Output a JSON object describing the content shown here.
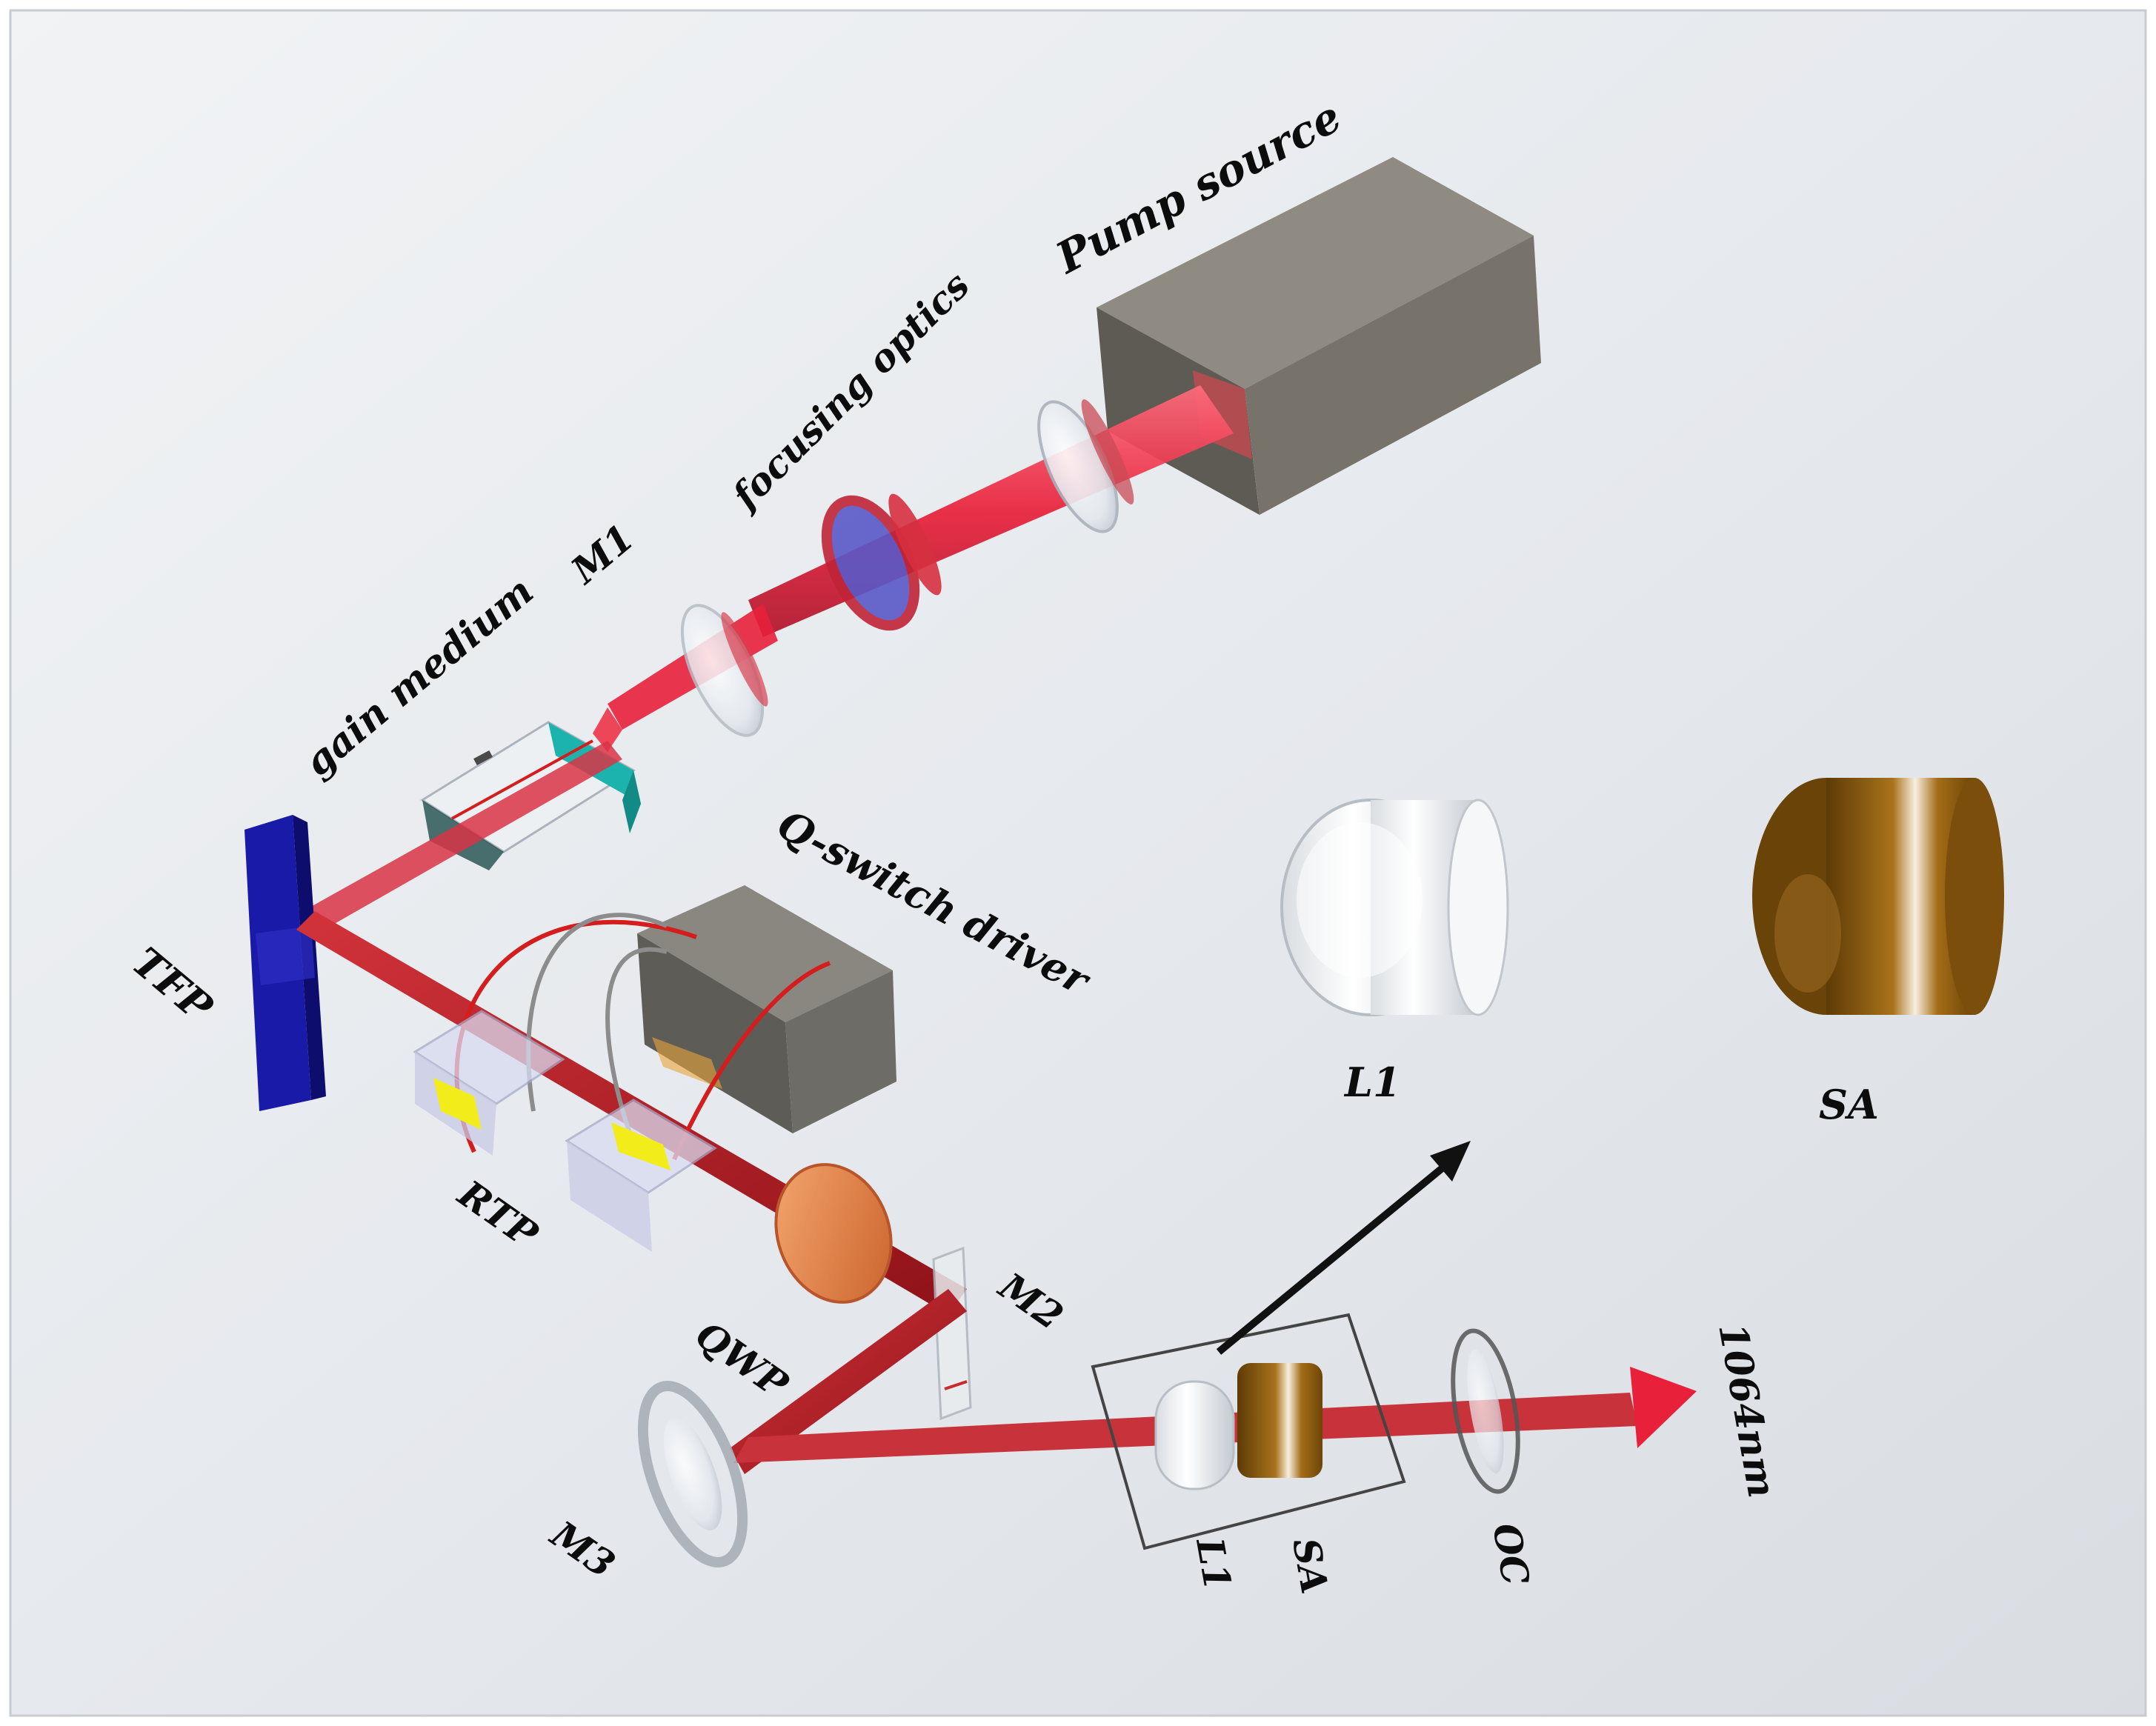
{
  "labels": {
    "pump_source": "Pump source",
    "focusing_optics": "focusing optics",
    "m1": "M1",
    "gain_medium": "gain medium",
    "q_switch_driver": "Q-switch driver",
    "tfp": "TFP",
    "rtp": "RTP",
    "qwp": "QWP",
    "m2": "M2",
    "m3": "M3",
    "l1_inset": "L1",
    "sa_inset": "SA",
    "l1": "L1",
    "sa": "SA",
    "oc": "OC",
    "wavelength": "1064nm"
  },
  "colors": {
    "beam": "#e8203a",
    "beam_dark": "#a8151e",
    "pump_box": "#77736b",
    "driver_box": "#6e6c66",
    "tfp": "#1a1aa8",
    "gain_medium_face": "#1cb3ad",
    "rtp_pad": "#f2ec1a",
    "qwp": "#e8884a",
    "sa": "#8a5a12",
    "lens_glass": "#e6ebf0",
    "wire_red": "#d41d1d",
    "wire_grey": "#8c8c8c",
    "arrow": "#111111"
  }
}
